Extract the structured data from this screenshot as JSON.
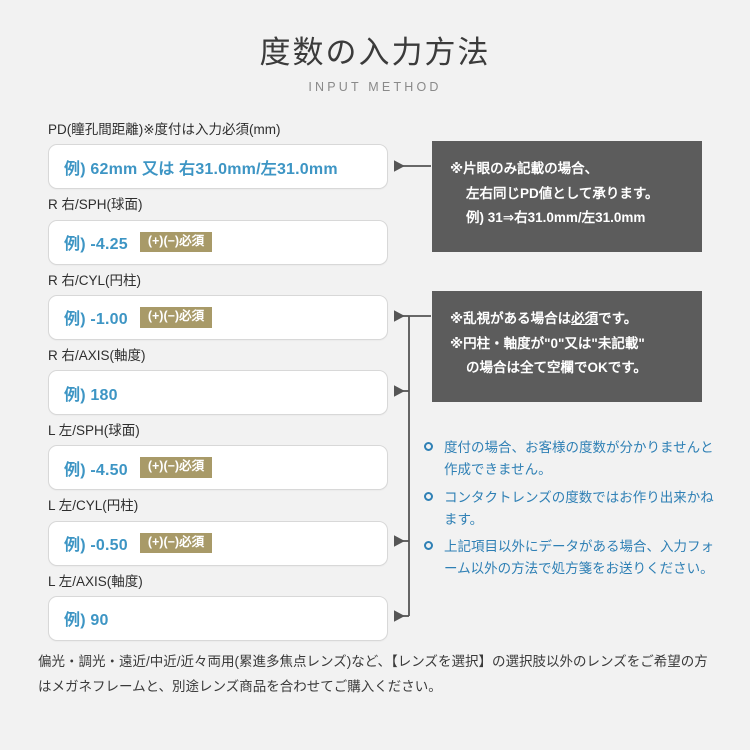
{
  "header": {
    "title": "度数の入力方法",
    "subtitle": "INPUT METHOD"
  },
  "colors": {
    "background": "#f2f2f2",
    "placeholder_blue": "#3d95c4",
    "badge_khaki": "#a89a68",
    "callout_gray": "#5c5c5c",
    "note_blue": "#2f80b5",
    "field_border": "#d8d8d8"
  },
  "fields": [
    {
      "label": "PD(瞳孔間距離)※度付は入力必須(mm)",
      "placeholder": "例) 62mm 又は 右31.0mm/左31.0mm",
      "badge": ""
    },
    {
      "label": "R 右/SPH(球面)",
      "placeholder": "例) -4.25",
      "badge": "(+)(−)必須"
    },
    {
      "label": "R 右/CYL(円柱)",
      "placeholder": "例) -1.00",
      "badge": "(+)(−)必須"
    },
    {
      "label": "R 右/AXIS(軸度)",
      "placeholder": "例) 180",
      "badge": ""
    },
    {
      "label": "L 左/SPH(球面)",
      "placeholder": "例) -4.50",
      "badge": "(+)(−)必須"
    },
    {
      "label": "L 左/CYL(円柱)",
      "placeholder": "例) -0.50",
      "badge": "(+)(−)必須"
    },
    {
      "label": "L 左/AXIS(軸度)",
      "placeholder": "例) 90",
      "badge": ""
    }
  ],
  "callouts": {
    "pd": {
      "line1": "※片眼のみ記載の場合、",
      "line2": "左右同じPD値として承ります。",
      "line3": "例) 31⇒右31.0mm/左31.0mm"
    },
    "cyl": {
      "line1_prefix": "※乱視がある場合は",
      "line1_underline": "必須",
      "line1_suffix": "です。",
      "line2": "※円柱・軸度が\"0\"又は\"未記載\"",
      "line3": "の場合は全て空欄でOKです。"
    }
  },
  "notes": [
    "度付の場合、お客様の度数が分かりませんと作成できません。",
    "コンタクトレンズの度数ではお作り出来かねます。",
    "上記項目以外にデータがある場合、入力フォーム以外の方法で処方箋をお送りください。"
  ],
  "footer": {
    "text": "偏光・調光・遠近/中近/近々両用(累進多焦点レンズ)など、【レンズを選択】の選択肢以外のレンズをご希望の方はメガネフレームと、別途レンズ商品を合わせてご購入ください。"
  }
}
